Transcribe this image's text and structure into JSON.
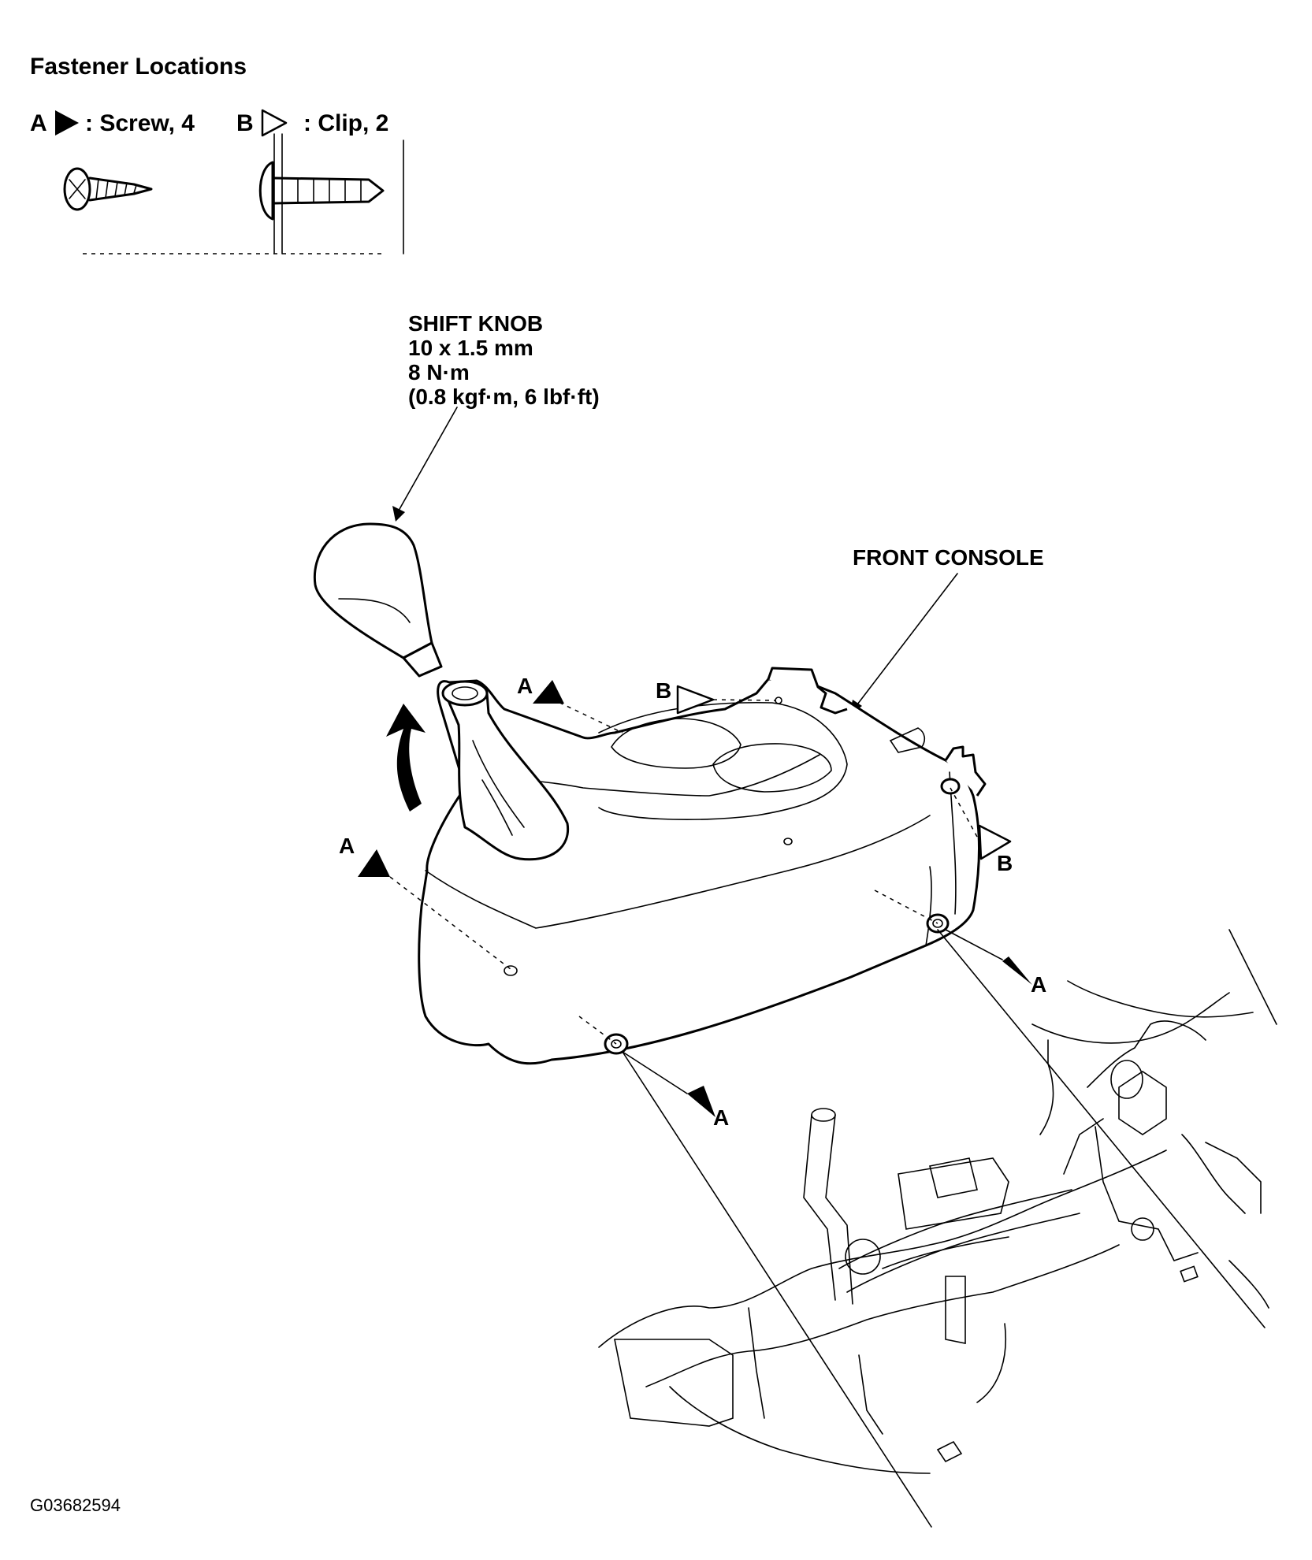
{
  "title": "Fastener Locations",
  "legend": {
    "a": {
      "letter": "A",
      "label": ": Screw, 4",
      "icon": "filled-triangle-icon"
    },
    "b": {
      "letter": "B",
      "label": ": Clip, 2",
      "icon": "open-triangle-icon"
    }
  },
  "callouts": {
    "shift_knob": [
      "SHIFT KNOB",
      "10 x 1.5 mm",
      "8 N·m",
      "(0.8 kgf·m, 6 lbf·ft)"
    ],
    "front_console": "FRONT CONSOLE"
  },
  "markers": {
    "a": "A",
    "b": "B"
  },
  "figure_id": "G03682594"
}
